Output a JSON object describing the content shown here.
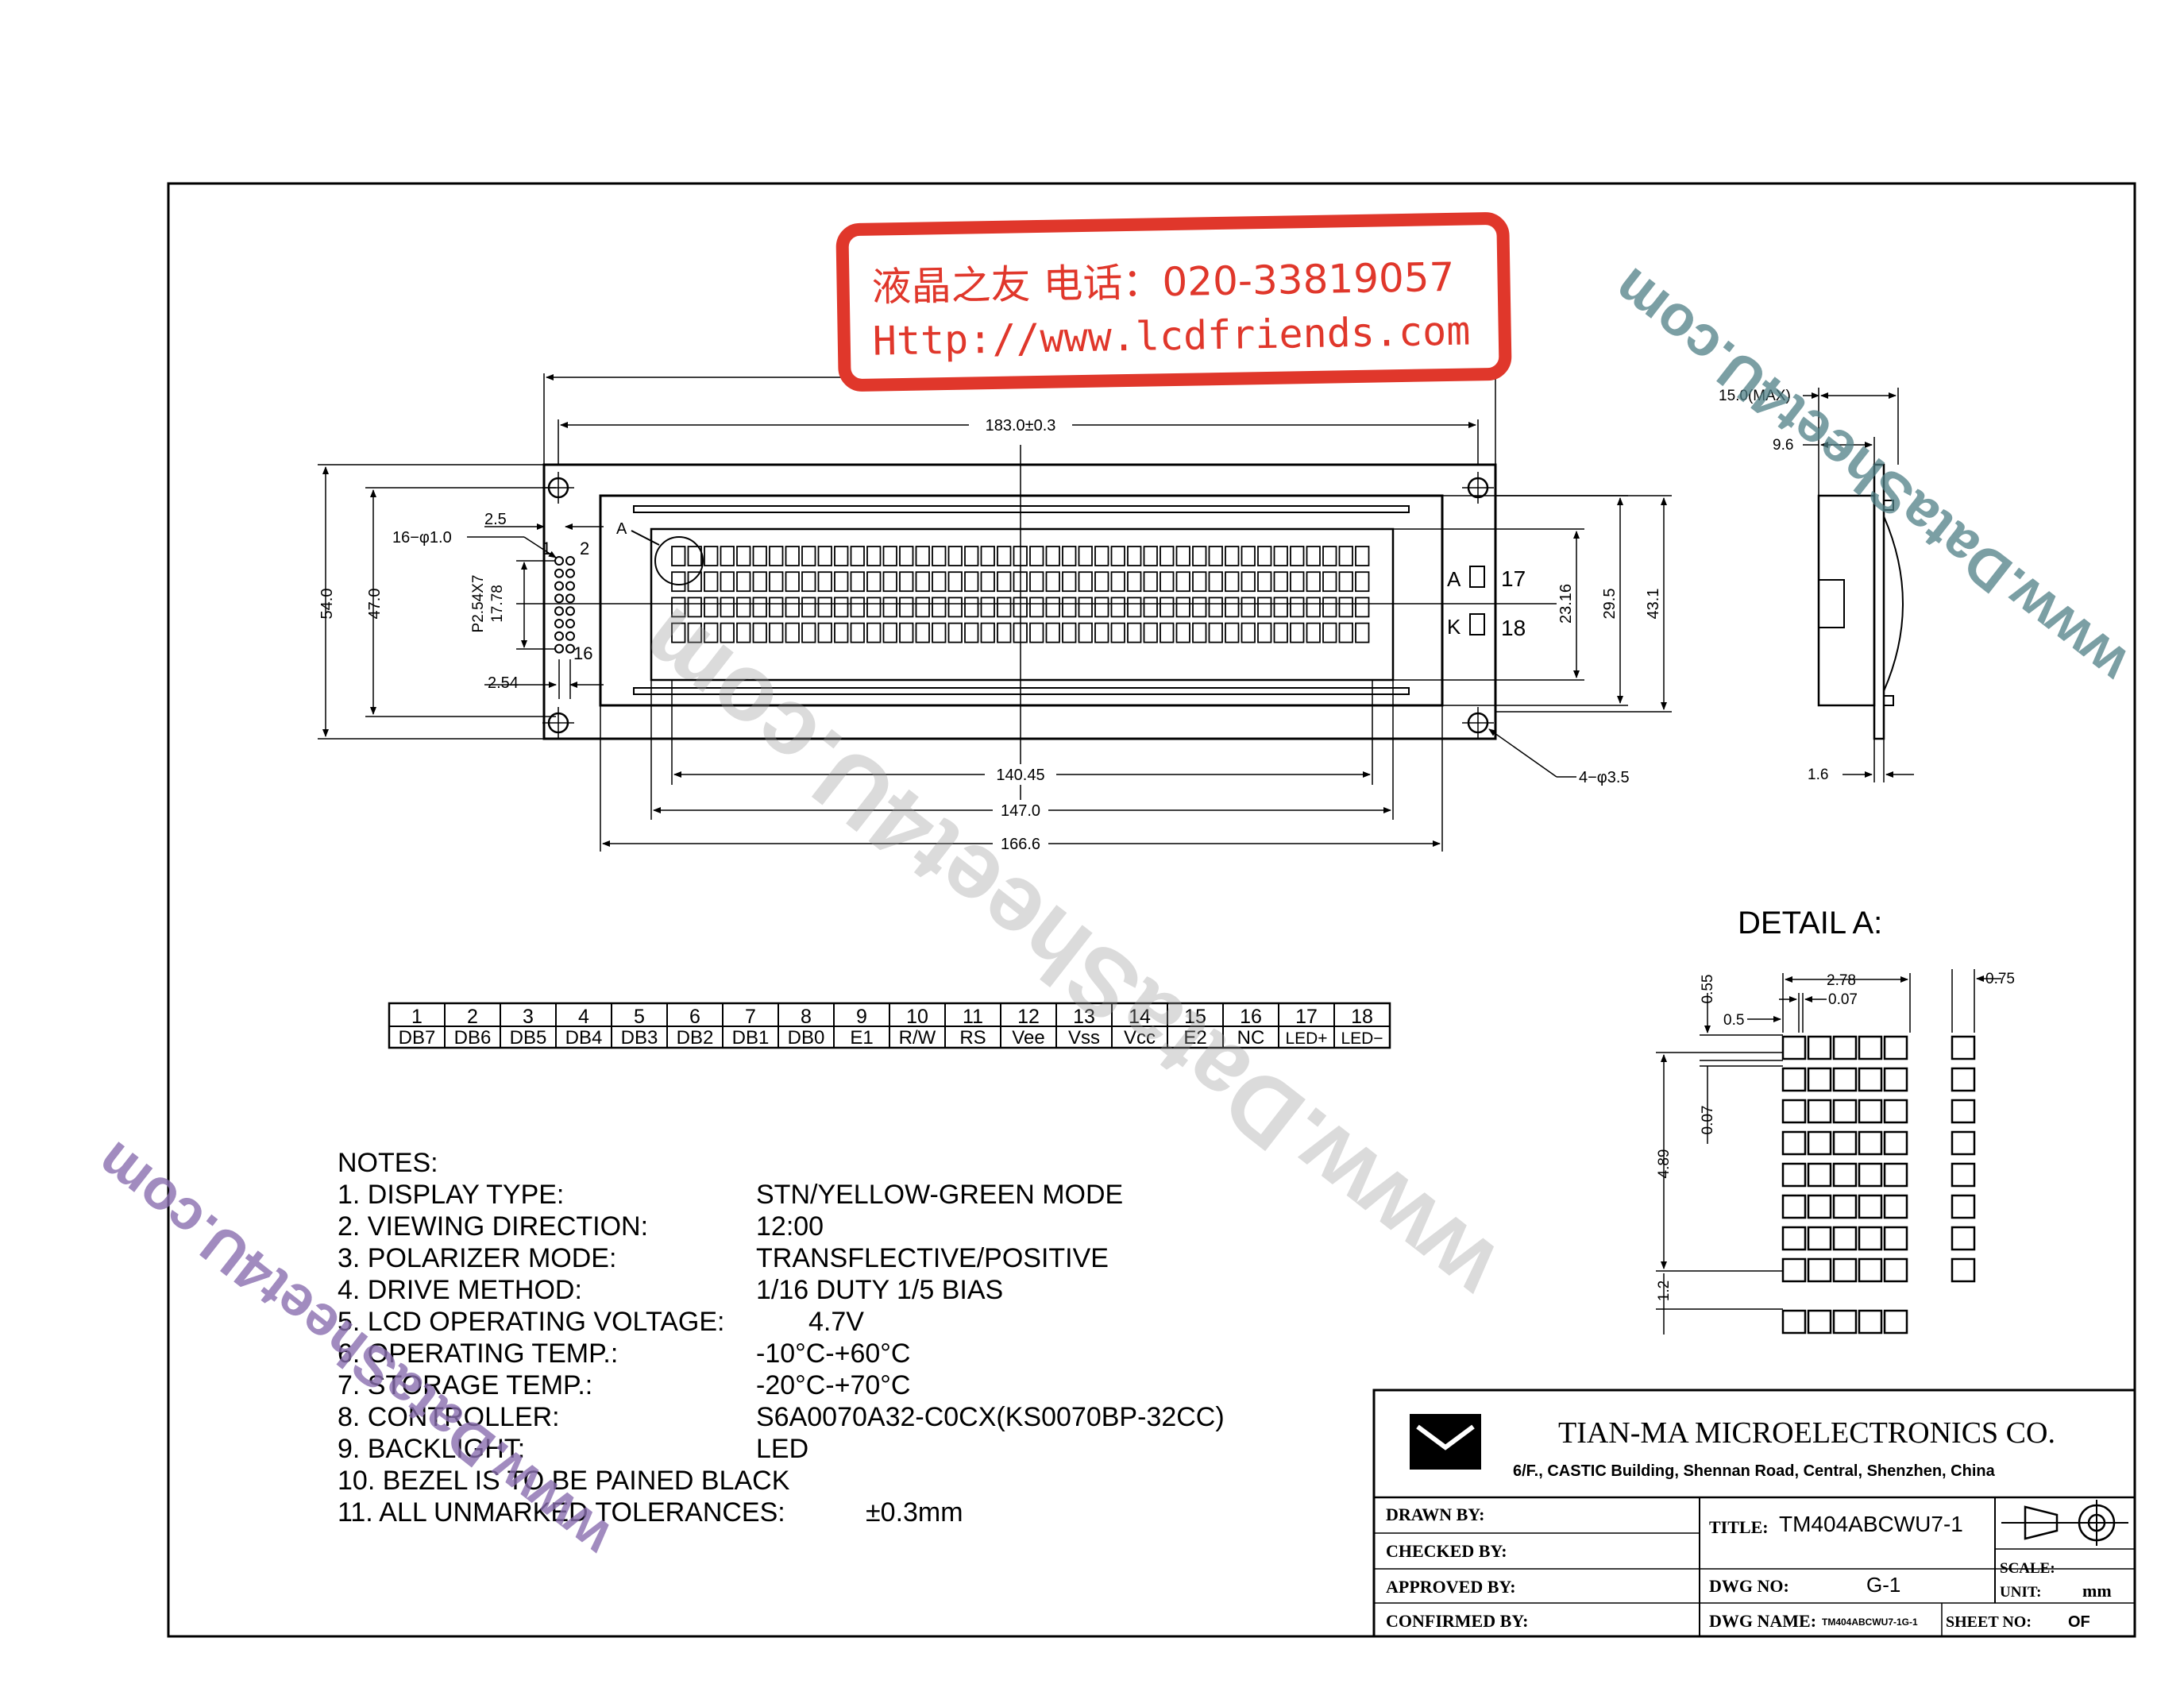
{
  "stamp": {
    "line1": "液晶之友 电话：020-33819057",
    "line2": "Http://www.lcdfriends.com"
  },
  "watermark": "www.DataSheet4U.com",
  "front_view": {
    "dim_overall_width": "183.0±0.3",
    "dim_overall_height": "54.0",
    "dim_hole_pitch_v": "47.0",
    "dim_pin_offset": "2.5",
    "dim_pin_holes": "16−φ1.0",
    "dim_pin_pitch": "P2.54X7",
    "dim_pin_span": "17.78",
    "dim_pin_col": "2.54",
    "pin1": "1",
    "pin2": "2",
    "pin16": "16",
    "detail_ref": "A",
    "dim_active_area_w": "140.45",
    "dim_view_area_w": "147.0",
    "dim_bezel_w": "166.6",
    "dim_mount_holes": "4−φ3.5",
    "led_anode": "A",
    "led_cathode": "K",
    "led_pin17": "17",
    "led_pin18": "18",
    "dim_active_h": "23.16",
    "dim_view_h": "29.5",
    "dim_bezel_h": "43.1"
  },
  "side_view": {
    "dim_max_thickness": "15.0(MAX)",
    "dim_thickness": "9.6",
    "dim_pcb": "1.6"
  },
  "detail": {
    "title": "DETAIL  A:",
    "dim_char_w": "2.78",
    "dim_dot_gap": "0.07",
    "dim_dot_w": "0.5",
    "dim_dot_h": "0.55",
    "dim_dot_gap_v": "0.07",
    "dim_char_h": "4.89",
    "dim_cursor_gap": "1.2",
    "dim_dot_col": "0.75"
  },
  "pin_table": {
    "numbers": [
      "1",
      "2",
      "3",
      "4",
      "5",
      "6",
      "7",
      "8",
      "9",
      "10",
      "11",
      "12",
      "13",
      "14",
      "15",
      "16",
      "17",
      "18"
    ],
    "signals": [
      "DB7",
      "DB6",
      "DB5",
      "DB4",
      "DB3",
      "DB2",
      "DB1",
      "DB0",
      "E1",
      "R/W",
      "RS",
      "Vee",
      "Vss",
      "Vcc",
      "E2",
      "NC",
      "LED+",
      "LED−"
    ]
  },
  "notes": {
    "heading": "NOTES:",
    "items": [
      {
        "label": " 1. DISPLAY TYPE:",
        "value": "STN/YELLOW-GREEN MODE"
      },
      {
        "label": " 2. VIEWING DIRECTION:",
        "value": "12:00"
      },
      {
        "label": " 3. POLARIZER MODE:",
        "value": "TRANSFLECTIVE/POSITIVE"
      },
      {
        "label": " 4. DRIVE METHOD:",
        "value": "1/16 DUTY 1/5 BIAS"
      },
      {
        "label": " 5. LCD OPERATING VOLTAGE:",
        "value": "4.7V"
      },
      {
        "label": " 6. OPERATING TEMP.:",
        "value": "-10°C-+60°C"
      },
      {
        "label": " 7. STORAGE TEMP.:",
        "value": "-20°C-+70°C"
      },
      {
        "label": " 8. CONTROLLER:",
        "value": "S6A0070A32-C0CX(KS0070BP-32CC)"
      },
      {
        "label": " 9. BACKLIGHT:",
        "value": "LED"
      },
      {
        "label": "10. BEZEL IS TO BE PAINED BLACK",
        "value": ""
      },
      {
        "label": "11. ALL UNMARKED TOLERANCES:",
        "value": "±0.3mm"
      }
    ]
  },
  "title_block": {
    "company": "TIAN-MA MICROELECTRONICS CO.",
    "address": "6/F., CASTIC Building, Shennan Road, Central, Shenzhen, China",
    "drawn": "DRAWN    BY:",
    "checked": "CHECKED   BY:",
    "approved": "APPROVED  BY:",
    "confirmed": "CONFIRMED BY:",
    "title_label": "TITLE:",
    "title_value": "TM404ABCWU7-1",
    "dwg_no_label": "DWG    NO:",
    "dwg_no_value": "G-1",
    "dwg_name_label": "DWG  NAME:",
    "dwg_name_value": "TM404ABCWU7-1G-1",
    "sheet_no_label": "SHEET NO:",
    "sheet_no_value": "OF",
    "scale_label": "SCALE:",
    "unit_label": "UNIT:",
    "unit_value": "mm"
  },
  "colors": {
    "stamp_red": "#e0372b",
    "watermark_gray": "#9a9a9a",
    "watermark_purple": "#8a6fb0",
    "watermark_teal": "#4f7f86"
  }
}
